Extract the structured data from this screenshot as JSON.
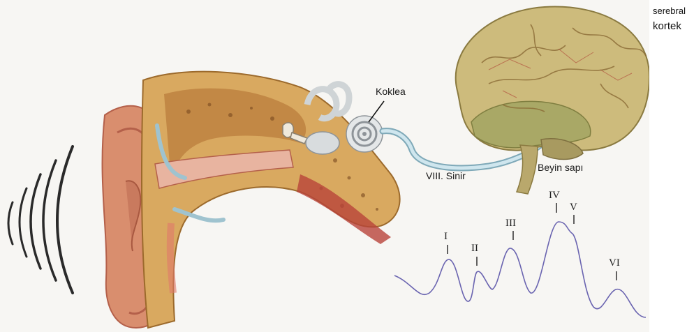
{
  "side_label": {
    "line1": "serebral",
    "line2": "kortek"
  },
  "labels": {
    "cochlea": "Koklea",
    "nerve": "VIII. Sinir",
    "brainstem": "Beyin sapı"
  },
  "waves": [
    "I",
    "II",
    "III",
    "IV",
    "V",
    "VI"
  ],
  "colors": {
    "wave_line": "#6a64b0",
    "nerve": "#9fc3cf",
    "brain": "#c9b77a",
    "ear_skin": "#d98e6e",
    "bone": "#d9a960"
  }
}
